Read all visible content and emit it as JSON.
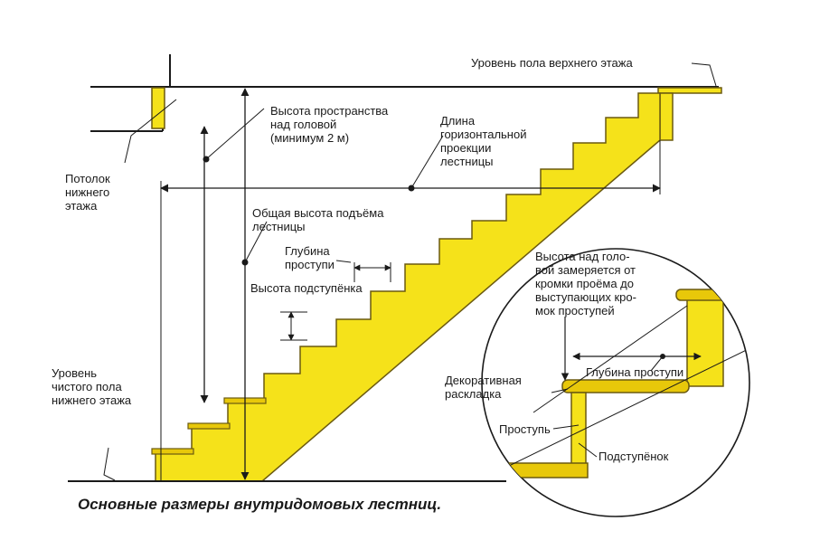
{
  "labels": {
    "upper_floor": "Уровень пола верхнего этажа",
    "headroom": "Высота пространства\nнад головой\n(минимум 2 м)",
    "horizontal_length": "Длина\nгоризонтальной\nпроекции\nлестницы",
    "ceiling": "Потолок\nнижнего\nэтажа",
    "total_rise": "Общая высота подъёма\nлестницы",
    "tread_depth": "Глубина\nпроступи",
    "riser_height": "Высота подступёнка",
    "lower_floor": "Уровень\nчистого пола\nнижнего этажа",
    "headroom_note": "Высота над голо-\nвой замеряется от\nкромки проёма до\nвыступающих кро-\nмок проступей",
    "detail_tread_depth": "Глубина проступи",
    "decorative_nosing": "Декоративная\nраскладка",
    "tread": "Проступь",
    "riser": "Подступёнок"
  },
  "caption": "Основные размеры внутридомовых лестниц.",
  "colors": {
    "stair_fill": "#f5e21a",
    "stair_stroke": "#6b5a10",
    "ink": "#1a1a1a"
  }
}
